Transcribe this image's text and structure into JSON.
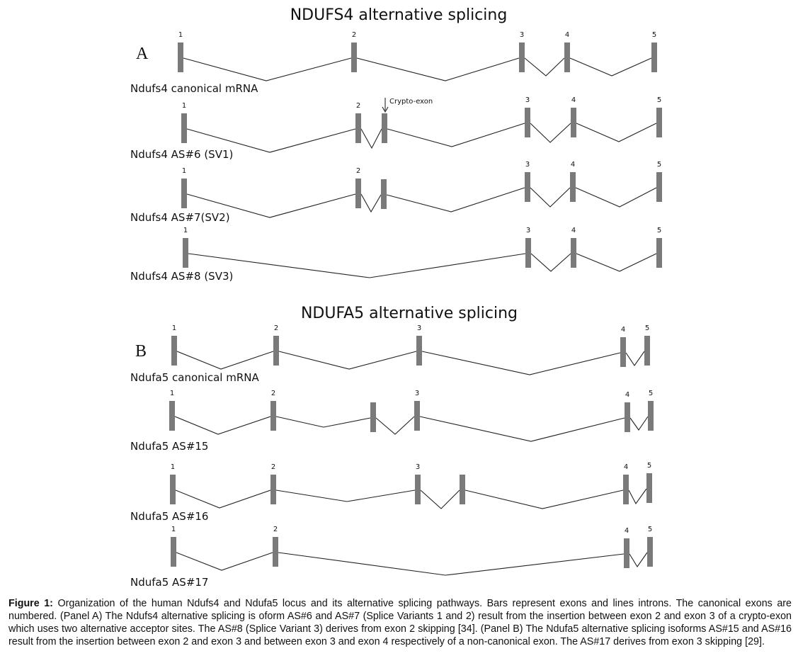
{
  "panels": [
    {
      "id": "A",
      "title": "NDUFS4 alternative splicing",
      "letter": "A",
      "rows": [
        {
          "label": "Ndufs4 canonical mRNA",
          "exons": [
            {
              "num": "1"
            },
            {
              "num": "2"
            },
            {
              "num": "3"
            },
            {
              "num": "4"
            },
            {
              "num": "5"
            }
          ]
        },
        {
          "label": "Ndufs4 AS#6 (SV1)",
          "annotation": "Crypto-exon",
          "exons": [
            {
              "num": "1"
            },
            {
              "num": "2"
            },
            {
              "num": ""
            },
            {
              "num": "3"
            },
            {
              "num": "4"
            },
            {
              "num": "5"
            }
          ]
        },
        {
          "label": "Ndufs4 AS#7(SV2)",
          "exons": [
            {
              "num": "1"
            },
            {
              "num": "2"
            },
            {
              "num": ""
            },
            {
              "num": "3"
            },
            {
              "num": "4"
            },
            {
              "num": "5"
            }
          ]
        },
        {
          "label": "Ndufs4 AS#8 (SV3)",
          "exons": [
            {
              "num": "1"
            },
            {
              "num": "3"
            },
            {
              "num": "4"
            },
            {
              "num": "5"
            }
          ]
        }
      ]
    },
    {
      "id": "B",
      "title": "NDUFA5 alternative splicing",
      "letter": "B",
      "rows": [
        {
          "label": "Ndufa5 canonical mRNA",
          "exons": [
            {
              "num": "1"
            },
            {
              "num": "2"
            },
            {
              "num": "3"
            },
            {
              "num": "4"
            },
            {
              "num": "5"
            }
          ]
        },
        {
          "label": "Ndufa5 AS#15",
          "exons": [
            {
              "num": "1"
            },
            {
              "num": "2"
            },
            {
              "num": ""
            },
            {
              "num": "3"
            },
            {
              "num": "4"
            },
            {
              "num": "5"
            }
          ]
        },
        {
          "label": "Ndufa5 AS#16",
          "exons": [
            {
              "num": "1"
            },
            {
              "num": "2"
            },
            {
              "num": "3"
            },
            {
              "num": ""
            },
            {
              "num": "4"
            },
            {
              "num": "5"
            }
          ]
        },
        {
          "label": "Ndufa5 AS#17",
          "exons": [
            {
              "num": "1"
            },
            {
              "num": "2"
            },
            {
              "num": "4"
            },
            {
              "num": "5"
            }
          ]
        }
      ]
    }
  ],
  "caption": {
    "label": "Figure 1:",
    "text": " Organization of the human Ndufs4 and Ndufa5 locus and its alternative splicing pathways. Bars represent exons and lines introns. The canonical exons are numbered. (Panel A) The Ndufs4 alternative splicing is oform AS#6 and AS#7 (Splice Variants 1 and 2) result from the insertion between exon 2 and exon 3 of a crypto-exon which uses two alternative acceptor sites. The AS#8 (Splice Variant 3) derives from exon 2 skipping [34]. (Panel B) The Ndufa5 alternative splicing isoforms AS#15 and AS#16 result from the insertion between exon 2 and exon 3 and between exon 3 and exon 4 respectively of a non-canonical exon. The AS#17 derives from exon 3 skipping [29]."
  }
}
